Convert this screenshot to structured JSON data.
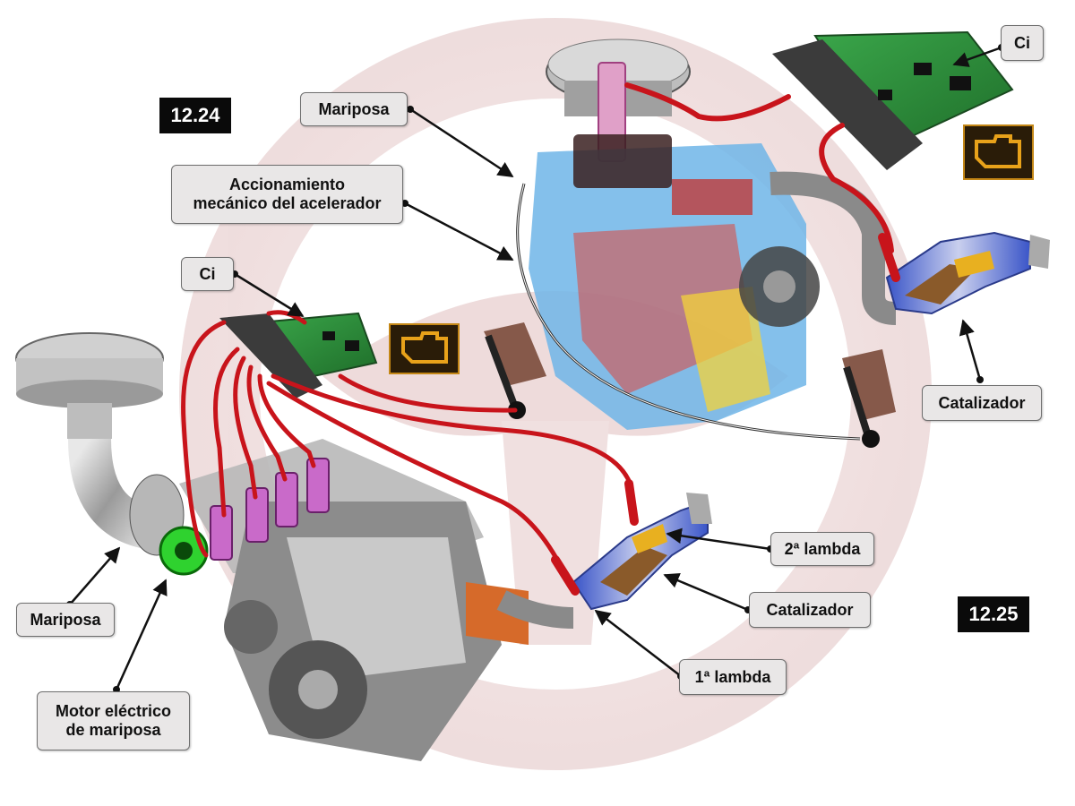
{
  "figures": {
    "fig_a": "12.24",
    "fig_b": "12.25"
  },
  "labels": {
    "mariposa_top": "Mariposa",
    "accionamiento_line1": "Accionamiento",
    "accionamiento_line2": "mecánico del acelerador",
    "ci_top": "Ci",
    "ci_mid": "Ci",
    "catalizador_top": "Catalizador",
    "mariposa_left": "Mariposa",
    "motor_line1": "Motor eléctrico",
    "motor_line2": "de mariposa",
    "lambda_2": "2ª lambda",
    "catalizador_bottom": "Catalizador",
    "lambda_1": "1ª lambda"
  },
  "colors": {
    "wire_red": "#c8141b",
    "check_engine_bg": "#2a1c08",
    "check_engine_icon": "#e8a21a",
    "circuit_board": "#2e8b3a",
    "watermark": "#e6c9c9"
  },
  "icons": [
    "check-engine-icon",
    "accelerator-pedal-icon",
    "ecu-board-icon",
    "catalytic-converter-icon",
    "air-filter-icon",
    "engine-block-icon",
    "throttle-motor-icon"
  ]
}
